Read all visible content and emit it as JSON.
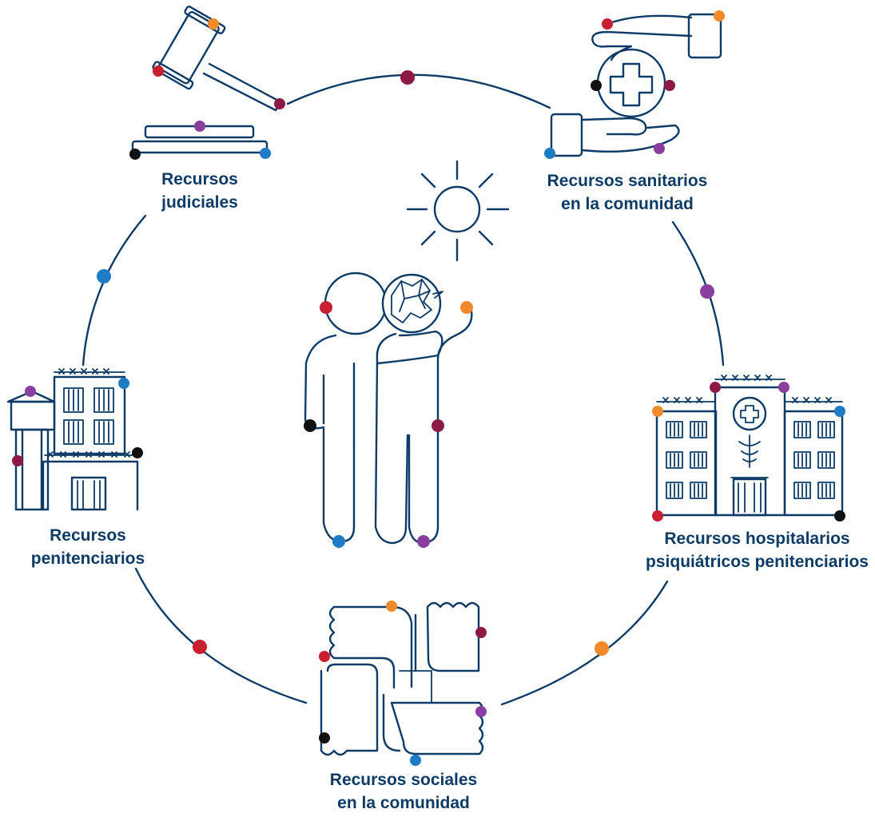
{
  "colors": {
    "line": "#0d3b66",
    "red": "#c8202f",
    "crimson": "#8c1a45",
    "orange": "#f08a2b",
    "blue": "#1e7cc4",
    "purple": "#8a3fa0",
    "black": "#111111"
  },
  "nodes": {
    "judicial": {
      "line1": "Recursos",
      "line2": "judiciales",
      "icon": "gavel-icon"
    },
    "sanitarios": {
      "line1": "Recursos sanitarios",
      "line2": "en la comunidad",
      "icon": "hands-health-icon"
    },
    "hospitalarios": {
      "line1": "Recursos hospitalarios",
      "line2": "psiquiátricos penitenciarios",
      "icon": "hospital-icon"
    },
    "sociales": {
      "line1": "Recursos sociales",
      "line2": "en la comunidad",
      "icon": "joined-hands-icon"
    },
    "penitenciarios": {
      "line1": "Recursos",
      "line2": "penitenciarios",
      "icon": "prison-icon"
    }
  },
  "center": {
    "icon": "two-people-sun-icon"
  }
}
